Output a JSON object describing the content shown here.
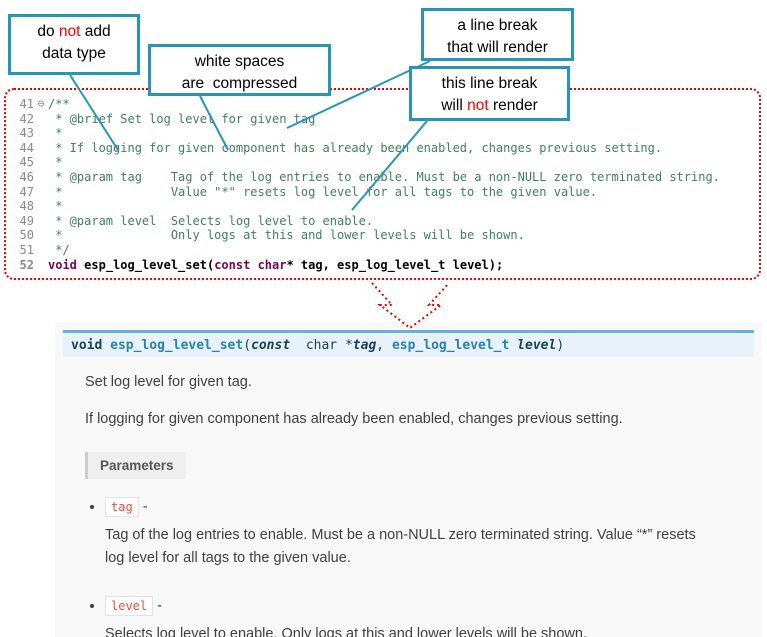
{
  "colors": {
    "callout-border": "#2796b5",
    "annotation-red": "#ff0000",
    "dotted-red": "#e60000",
    "comment-green": "#3f7f5f",
    "keyword-purple": "#7f0055",
    "line-number-gray": "#8a8a8a",
    "sig-bg": "#e7f2fa",
    "sig-border": "#6ab0de",
    "sig-blue": "#2980b9",
    "sig-dark": "#16425c",
    "literal-red": "#e74c3c",
    "docs-bg": "#f8f8f8",
    "text-gray": "#404040"
  },
  "callouts": {
    "c1": {
      "l1a": "do ",
      "l1b": "not",
      "l1c": " add",
      "l2": "data type"
    },
    "c2": {
      "l1": "white spaces",
      "l2": "are  compressed"
    },
    "c3": {
      "l1": "a line break",
      "l2": "that will render"
    },
    "c4": {
      "l1": "this line break",
      "l2a": "will ",
      "l2b": "not",
      "l2c": " render"
    }
  },
  "code": {
    "fold_icon": "⊖",
    "lines": [
      {
        "num": "41",
        "text": "/**"
      },
      {
        "num": "42",
        "text": " * @brief Set log level for given tag"
      },
      {
        "num": "43",
        "text": " *"
      },
      {
        "num": "44",
        "text": " * If logging for given component has already been enabled, changes previous setting."
      },
      {
        "num": "45",
        "text": " *"
      },
      {
        "num": "46",
        "text": " * @param tag    Tag of the log entries to enable. Must be a non-NULL zero terminated string."
      },
      {
        "num": "47",
        "text": " *               Value \"*\" resets log level for all tags to the given value."
      },
      {
        "num": "48",
        "text": " *"
      },
      {
        "num": "49",
        "text": " * @param level  Selects log level to enable."
      },
      {
        "num": "50",
        "text": " *               Only logs at this and lower levels will be shown."
      },
      {
        "num": "51",
        "text": " */"
      }
    ],
    "decl": {
      "num": "52",
      "kw1": "void",
      "t1": " ",
      "name": "esp_log_level_set",
      "t2": "(",
      "kw2": "const",
      "t3": " ",
      "kw3": "char",
      "t4": "* tag, esp_log_level_t level);"
    }
  },
  "docs": {
    "signature": {
      "ret": "void ",
      "name": "esp_log_level_set",
      "open": "(",
      "kw_const": "const",
      "gap": "  ",
      "type_char": "char *",
      "arg1": "tag",
      "comma": ", ",
      "type2": "esp_log_level_t ",
      "arg2": "level",
      "close": ")"
    },
    "brief": "Set log level for given tag.",
    "para": "If logging for given component has already been enabled, changes previous setting.",
    "params_label": "Parameters",
    "items": [
      {
        "name": "tag",
        "sep": " -",
        "desc": "Tag of the log entries to enable. Must be a non-NULL zero terminated string. Value “*” resets log level for all tags to the given value."
      },
      {
        "name": "level",
        "sep": " -",
        "desc": "Selects log level to enable. Only logs at this and lower levels will be shown."
      }
    ]
  }
}
